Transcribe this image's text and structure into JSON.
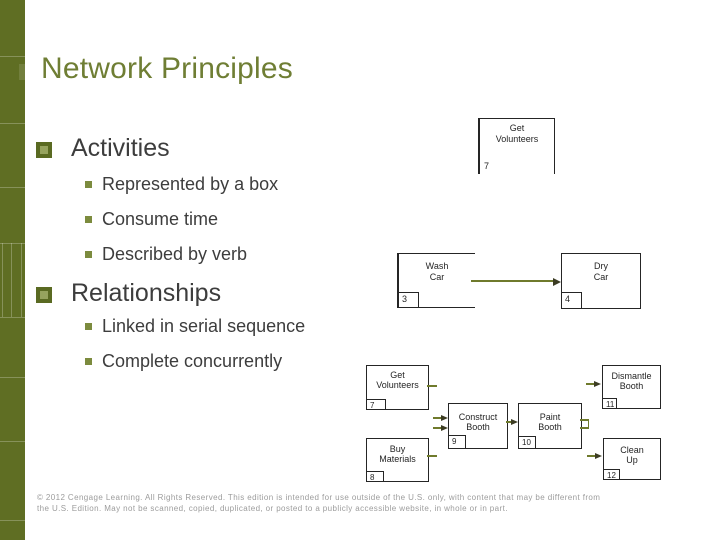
{
  "slide": {
    "title": "Network Principles",
    "sections": [
      {
        "heading": "Activities",
        "items": [
          "Represented by a box",
          "Consume time",
          "Described by verb"
        ]
      },
      {
        "heading": "Relationships",
        "items": [
          "Linked in serial sequence",
          "Complete concurrently"
        ]
      }
    ],
    "footer": {
      "line1": "© 2012 Cengage Learning. All Rights Reserved. This edition is intended for use outside of the U.S. only, with content that may be different from",
      "line2": "the U.S. Edition. May not be scanned, copied, duplicated, or posted to a publicly accessible website, in whole or in part."
    }
  },
  "diagram_serial": {
    "description": "activity-on-node boxes linked in serial sequence",
    "boxes": [
      {
        "line1": "Get",
        "line2": "Volunteers",
        "number": "7"
      },
      {
        "line1": "Wash",
        "line2": "Car",
        "number": "3"
      },
      {
        "line1": "Dry",
        "line2": "Car",
        "number": "4"
      }
    ]
  },
  "diagram_concurrent": {
    "description": "activity-on-node boxes completed concurrently",
    "boxes": [
      {
        "line1": "Get",
        "line2": "Volunteers",
        "number": "7"
      },
      {
        "line1": "Buy",
        "line2": "Materials",
        "number": "8"
      },
      {
        "line1": "Construct",
        "line2": "Booth",
        "number": "9"
      },
      {
        "line1": "Paint",
        "line2": "Booth",
        "number": "10"
      },
      {
        "line1": "Dismantle",
        "line2": "Booth",
        "number": "11"
      },
      {
        "line1": "Clean",
        "line2": "Up",
        "number": "12"
      }
    ]
  },
  "colors": {
    "sidebar_olive": "#5f6e23",
    "title_olive": "#6f7e34",
    "body_text": "#3d3d3d",
    "bullet_l1_border": "#5a6a22",
    "bullet_l1_fill": "#96a35e",
    "bullet_l2": "#7c8b3e",
    "arrow_shaft": "#6f7a2c",
    "arrow_head": "#3c3c24",
    "box_border": "#252525",
    "footer_gray": "#9c9c9c"
  }
}
